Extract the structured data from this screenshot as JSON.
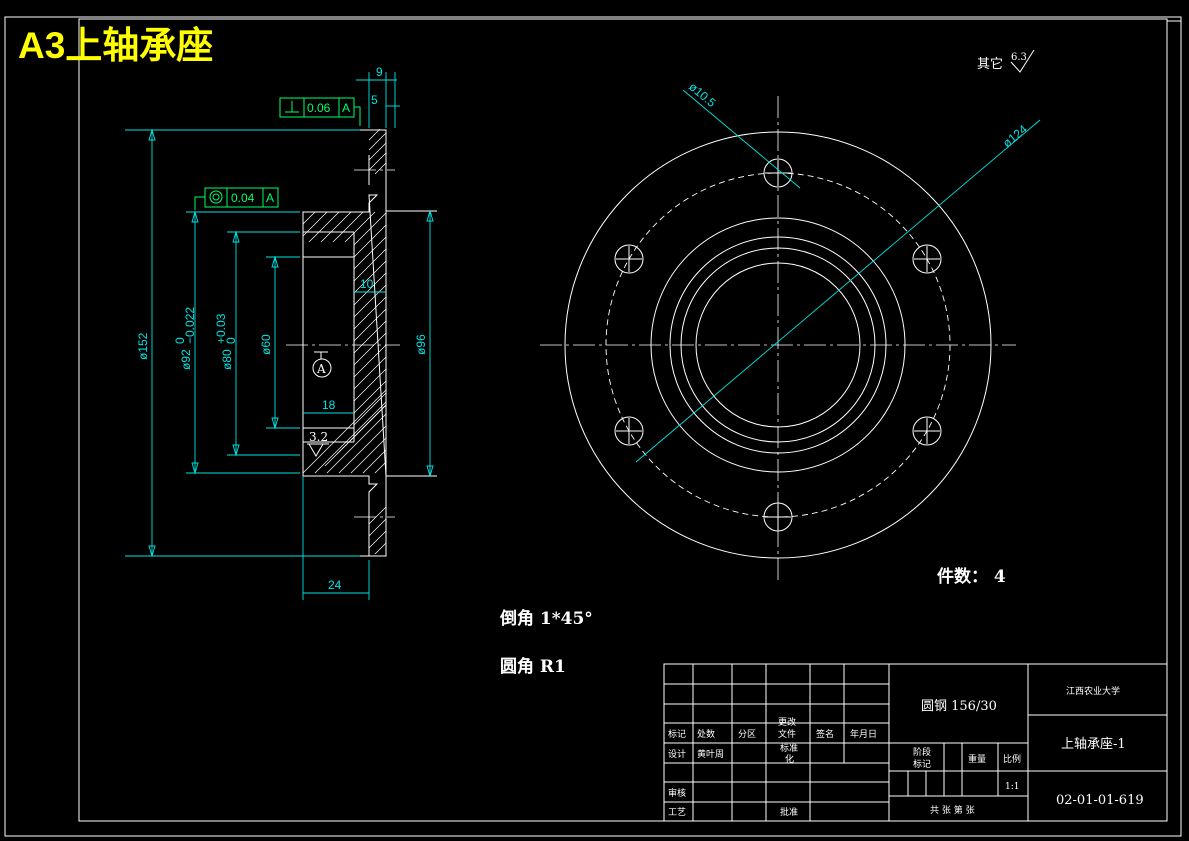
{
  "sheet_title": "A3上轴承座",
  "roughness_note": {
    "label": "其它",
    "value": "6.3"
  },
  "tolerances": {
    "perpendicularity": {
      "value": "0.06",
      "datum": "A"
    },
    "concentricity": {
      "value": "0.04",
      "datum": "A"
    }
  },
  "dims": {
    "d152": "ø152",
    "d92": "ø92",
    "d92_tol_upper": "0",
    "d92_tol_lower": "−0.022",
    "d80": "ø80",
    "d80_tol_upper": "+0.03",
    "d80_tol_lower": "0",
    "d60": "ø60",
    "d96": "ø96",
    "w9": "9",
    "w5": "5",
    "w10": "10",
    "w18": "18",
    "w24": "24",
    "rough32": "3.2",
    "datum": "A",
    "d105": "ø10.5",
    "d124": "ø124"
  },
  "notes": {
    "quantity": "件数： 4",
    "chamfer": "倒角 1*45°",
    "fillet": "圆角 R1"
  },
  "title_block": {
    "material": "圆钢 156/30",
    "school": "江西农业大学",
    "part_name": "上轴承座-1",
    "drawing_no": "02-01-01-619",
    "scale": "1:1",
    "labels": {
      "mark": "标记",
      "count": "处数",
      "zone": "分区",
      "change_doc_1": "更改",
      "change_doc_2": "文件",
      "signature": "签名",
      "date": "年月日",
      "design": "设计",
      "designer": "黄叶周",
      "standard_1": "标准",
      "standard_2": "化",
      "stage_1": "阶段",
      "stage_2": "标记",
      "weight": "重量",
      "ratio": "比例",
      "review": "审核",
      "process": "工艺",
      "approve": "批准",
      "sheets": "共  张  第  张"
    }
  }
}
